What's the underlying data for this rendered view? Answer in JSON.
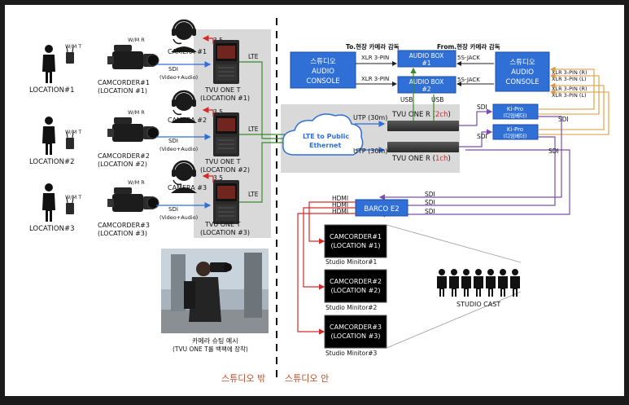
{
  "colors": {
    "blue": "#2f6fd6",
    "blue_dark": "#1d4fa8",
    "red": "#d42a2a",
    "green": "#3a8a2a",
    "purple": "#7a4fb0",
    "orange": "#d89a3a",
    "caption_orange": "#c0502a",
    "panel_gray": "#d9d9d9"
  },
  "outside": {
    "locations": [
      {
        "label": "LOCATION#1",
        "wmt": "W/M T",
        "wmr": "W/M R",
        "camcorder": "CAMCORDER#1",
        "camcorder_loc": "(LOCATION #1)",
        "sdi": "SDI",
        "sdi_sub": "(Video+Audio)",
        "camera": "CAMERA #1",
        "jack": "3.5",
        "tvu": "TVU ONE T",
        "tvu_loc": "(LOCATION #1)",
        "lte": "LTE"
      },
      {
        "label": "LOCATION#2",
        "wmt": "W/M T",
        "wmr": "W/M R",
        "camcorder": "CAMCORDER#2",
        "camcorder_loc": "(LOCATION #2)",
        "sdi": "SDI",
        "sdi_sub": "(Video+Audio)",
        "camera": "CAMERA #2",
        "jack": "3.5",
        "tvu": "TVU ONE T",
        "tvu_loc": "(LOCATION #2)",
        "lte": "LTE"
      },
      {
        "label": "LOCATION#3",
        "wmt": "W/M T",
        "wmr": "W/M R",
        "camcorder": "CAMCORDER#3",
        "camcorder_loc": "(LOCATION #3)",
        "sdi": "SDI",
        "sdi_sub": "(Video+Audio)",
        "camera": "CAMERA #3",
        "jack": "3.5",
        "tvu": "TVU ONE T",
        "tvu_loc": "(LOCATION #3)",
        "lte": "LTE"
      }
    ],
    "photo_caption_1": "카메라 슈팅 예시",
    "photo_caption_2": "(TVU ONE T를 백팩에 장착)",
    "section_label": "스튜디오 밖"
  },
  "inside": {
    "section_label": "스튜디오 안",
    "cloud_line1": "LTE to Public",
    "cloud_line2": "Ethernet",
    "console_left": [
      "스튜디오",
      "AUDIO",
      "CONSOLE"
    ],
    "console_right": [
      "스튜디오",
      "AUDIO",
      "CONSOLE"
    ],
    "to_director": "To.현장 카메라 감독",
    "from_director": "From.현장 카메라 감독",
    "audio_box1": [
      "AUDIO BOX",
      "#1"
    ],
    "audio_box2": [
      "AUDIO BOX",
      "#2"
    ],
    "xlr3pin_1": "XLR 3-PIN",
    "xlr3pin_2": "XLR 3-PIN",
    "jack55_1": "5S-JACK",
    "jack55_2": "5S-JACK",
    "usb1": "USB",
    "usb2": "USB",
    "xlr_right": [
      "XLR 3-PIN (R)",
      "XLR 3-PIN (L)",
      "XLR 3-PIN (R)",
      "XLR 3-PIN (L)"
    ],
    "utp1": "UTP (30m)",
    "utp2": "UTP (30m)",
    "tvu_r1_prefix": "TVU ONE R (",
    "tvu_r1_ch": "2ch",
    "tvu_r1_suffix": ")",
    "tvu_r2_prefix": "TVU ONE R (",
    "tvu_r2_ch": "1ch",
    "tvu_r2_suffix": ")",
    "kipro1": [
      "Ki-Pro",
      "(디임베더)"
    ],
    "kipro2": [
      "Ki-Pro",
      "(디임베더)"
    ],
    "sdi_labels": [
      "SDI",
      "SDI",
      "SDI",
      "SDI",
      "SDI",
      "SDI",
      "SDI"
    ],
    "hdmi_labels": [
      "HDMI",
      "HDMI",
      "HDMI"
    ],
    "barco": "BARCO E2",
    "monitors": [
      {
        "line1": "CAMCORDER#1",
        "line2": "(LOCATION #1)",
        "label": "Studio Minitor#1"
      },
      {
        "line1": "CAMCORDER#2",
        "line2": "(LOCATION #2)",
        "label": "Studio Minitor#2"
      },
      {
        "line1": "CAMCORDER#3",
        "line2": "(LOCATION #3)",
        "label": "Studio Minitor#3"
      }
    ],
    "studio_cast": "STUDIO CAST"
  }
}
